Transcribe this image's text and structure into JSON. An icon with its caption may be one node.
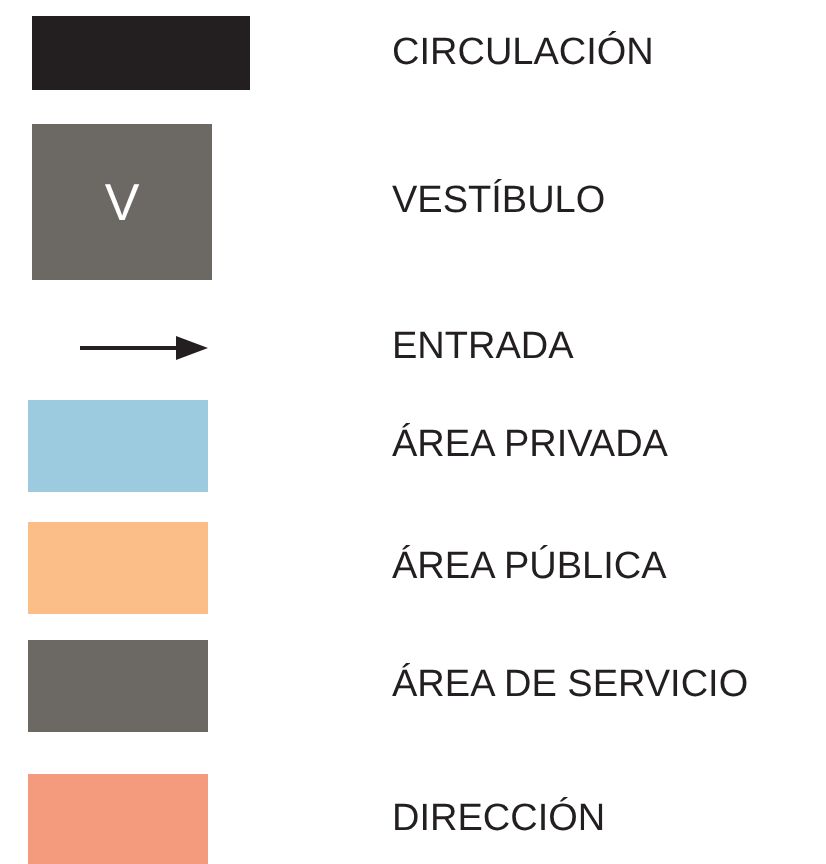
{
  "diagram": {
    "labels": [
      "V"
    ],
    "legend": [
      {
        "text": "CIRCULACIÓN",
        "color": "#231f20"
      },
      {
        "text": "VESTÍBULO",
        "color": "#6c6965"
      },
      {
        "text": "ENTRADA"
      },
      {
        "text": "ÁREA PRIVADA",
        "color": "#9ccbdf"
      },
      {
        "text": "ÁREA PÚBLICA",
        "color": "#fbbe89"
      },
      {
        "text": "ÁREA DE SERVICIO",
        "color": "#6c6965"
      },
      {
        "text": "DIRECCIÓN",
        "color": "#f59b7d"
      }
    ]
  }
}
